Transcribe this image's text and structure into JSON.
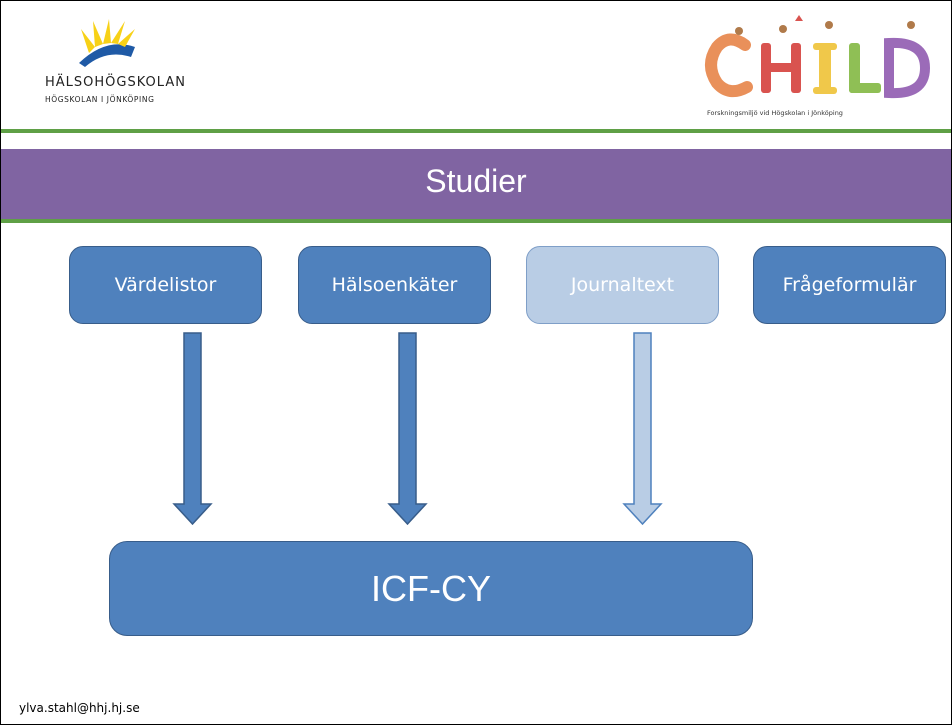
{
  "header": {
    "org_name": "HÄLSOHÖGSKOLAN",
    "org_sub": "HÖGSKOLAN I JÖNKÖPING",
    "child_logo_text": "CHILD",
    "child_tagline": "Forskningsmiljö vid Högskolan i Jönköping"
  },
  "title": "Studier",
  "sources": [
    {
      "label": "Värdelistor"
    },
    {
      "label": "Hälsoenkäter"
    },
    {
      "label": "Journaltext"
    },
    {
      "label": "Frågeformulär"
    }
  ],
  "target": {
    "label": "ICF-CY"
  },
  "footer": {
    "email": "ylva.stahl@hhj.hj.se"
  },
  "colors": {
    "box": "#4f81bd",
    "box_light": "#b9cde5",
    "title_band": "#8064a2",
    "accent_green": "#5fa046"
  }
}
